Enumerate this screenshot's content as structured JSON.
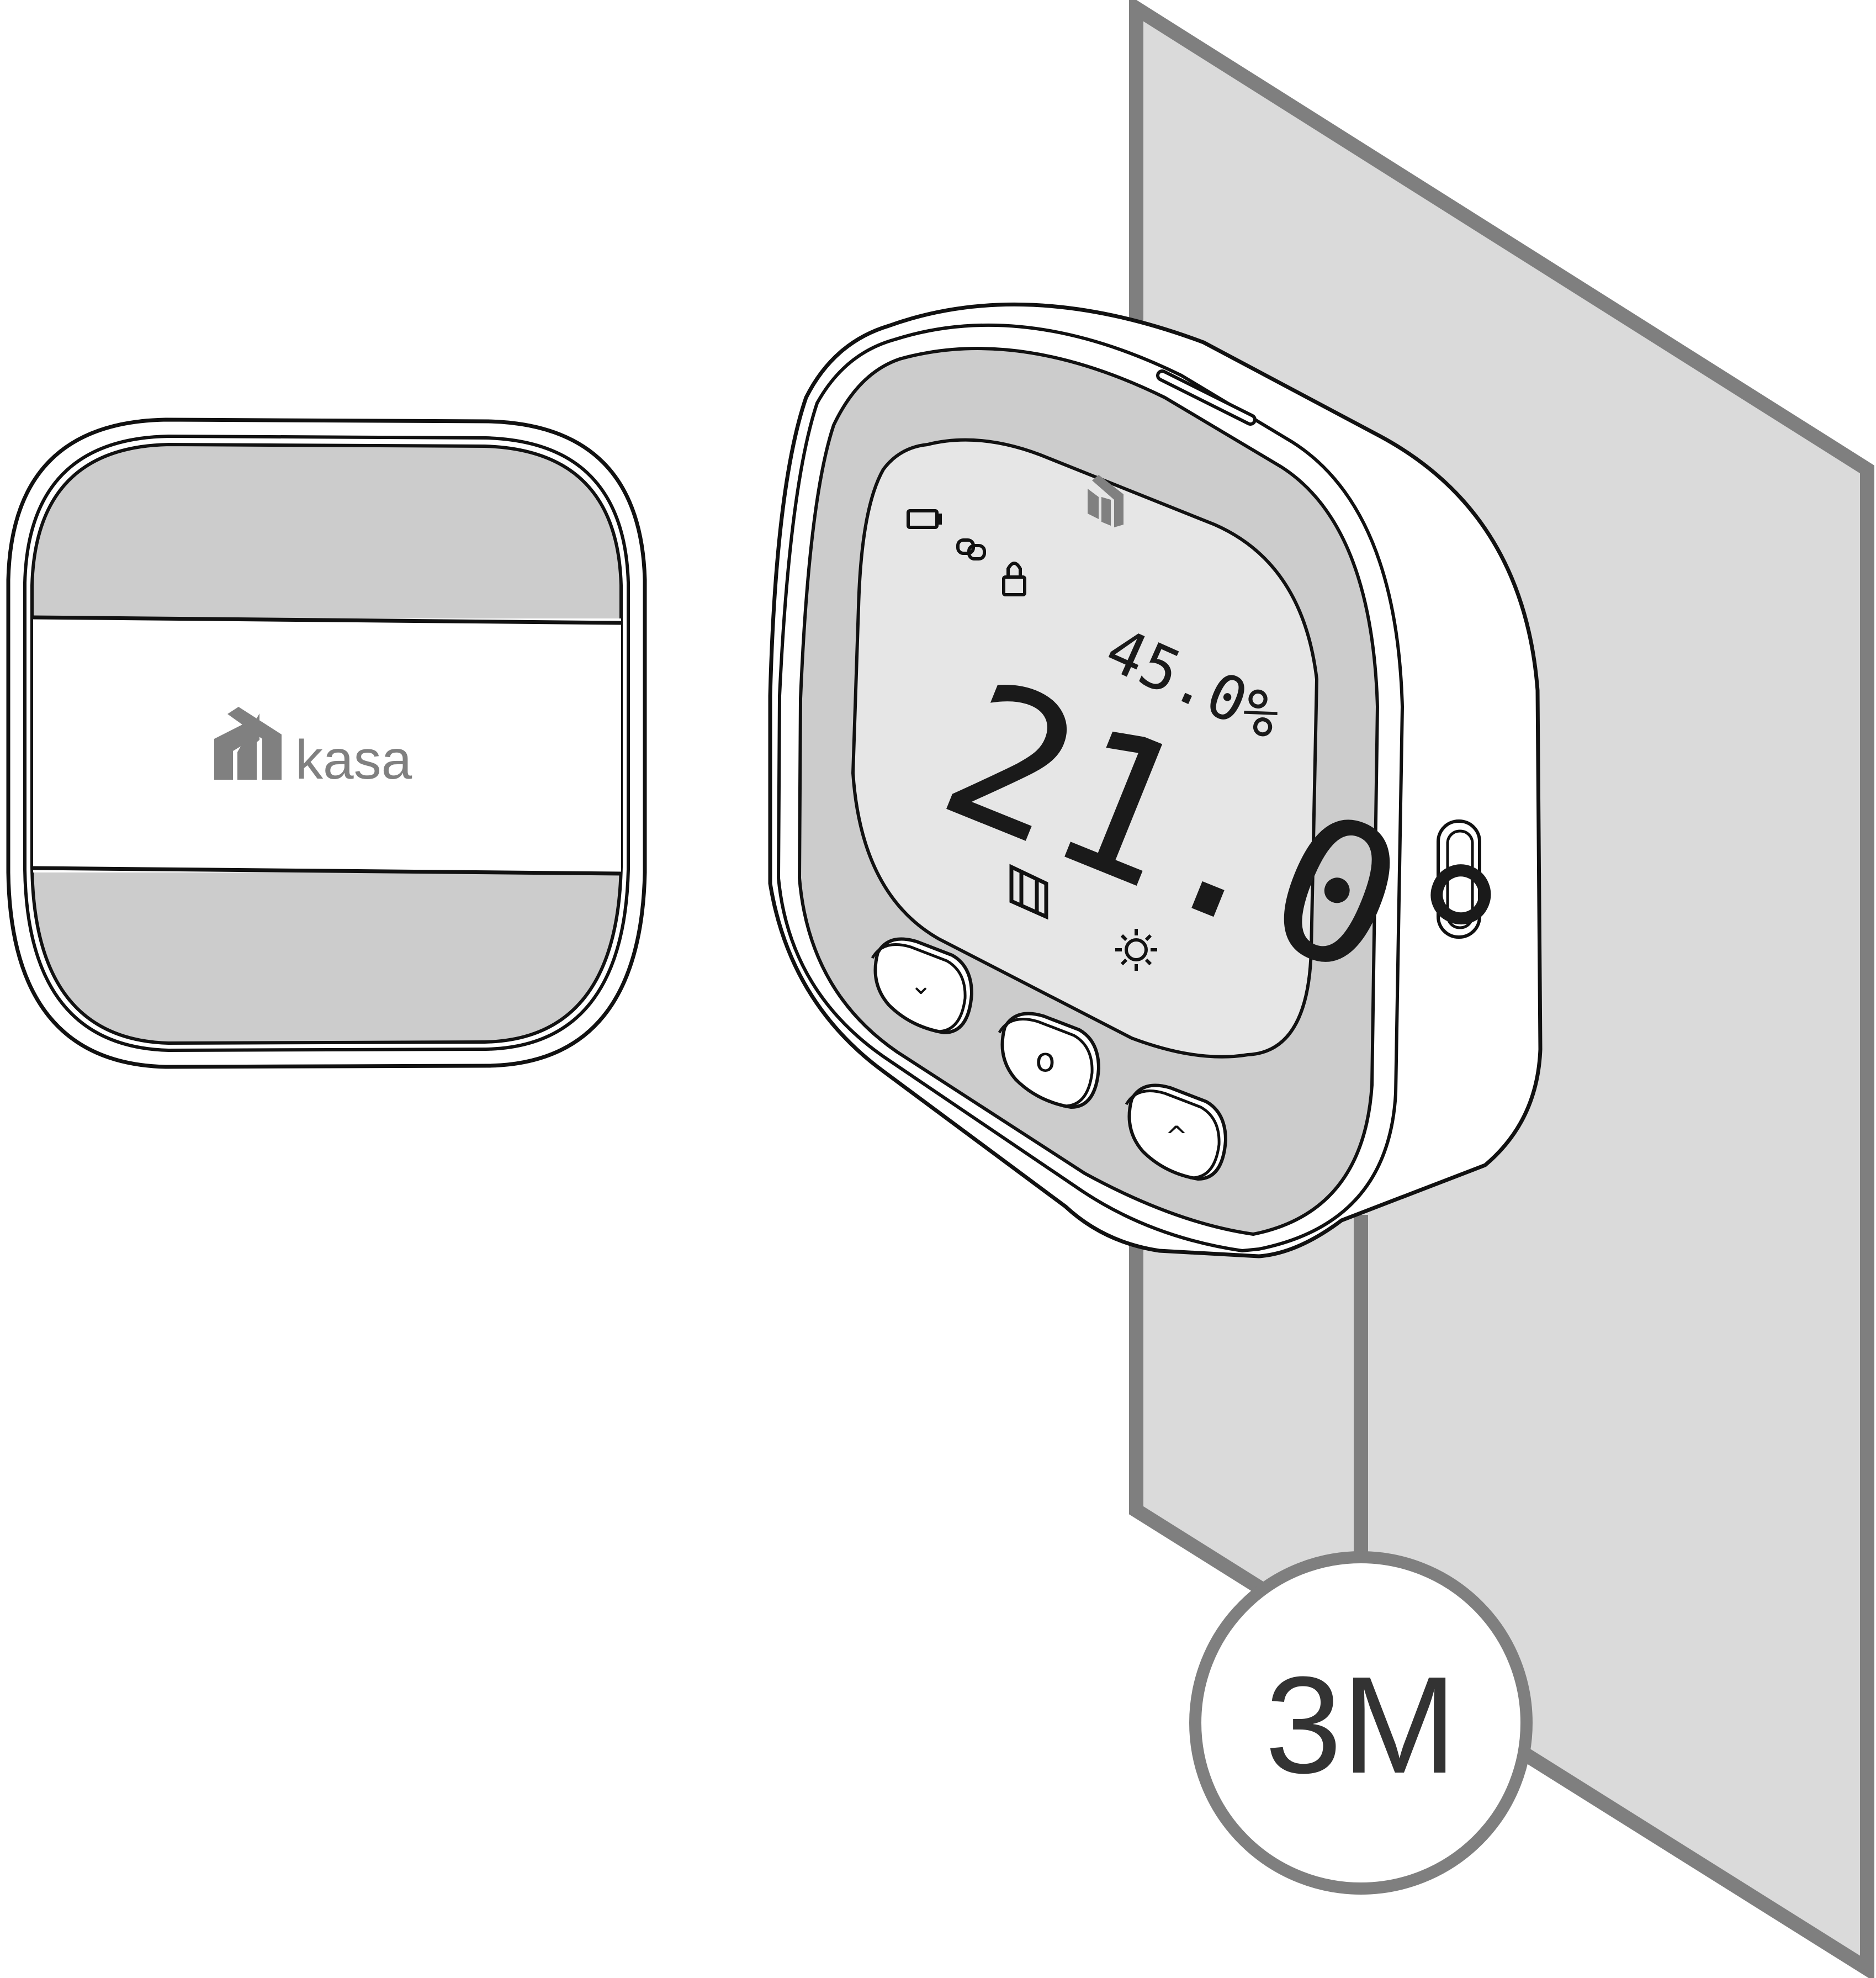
{
  "scene": {
    "brand_label": "kasa",
    "humidity_readout": "45.0%",
    "temperature_readout": "21.0°",
    "adhesive_label": "3M"
  },
  "buttons": [
    {
      "name": "down-button",
      "glyph": "⌄"
    },
    {
      "name": "ok-button",
      "glyph": "o"
    },
    {
      "name": "up-button",
      "glyph": "^"
    }
  ],
  "colors": {
    "outline": "#111111",
    "panel_grey": "#cccccc",
    "lcd_face": "#e6e6e6",
    "wall": "#dadada",
    "wall_edge": "#7f7f7f",
    "brand_grey": "#808080"
  },
  "icons": [
    "battery-icon",
    "link-icon",
    "lock-icon",
    "window-icon",
    "sun-icon",
    "kasa-logo-icon"
  ]
}
